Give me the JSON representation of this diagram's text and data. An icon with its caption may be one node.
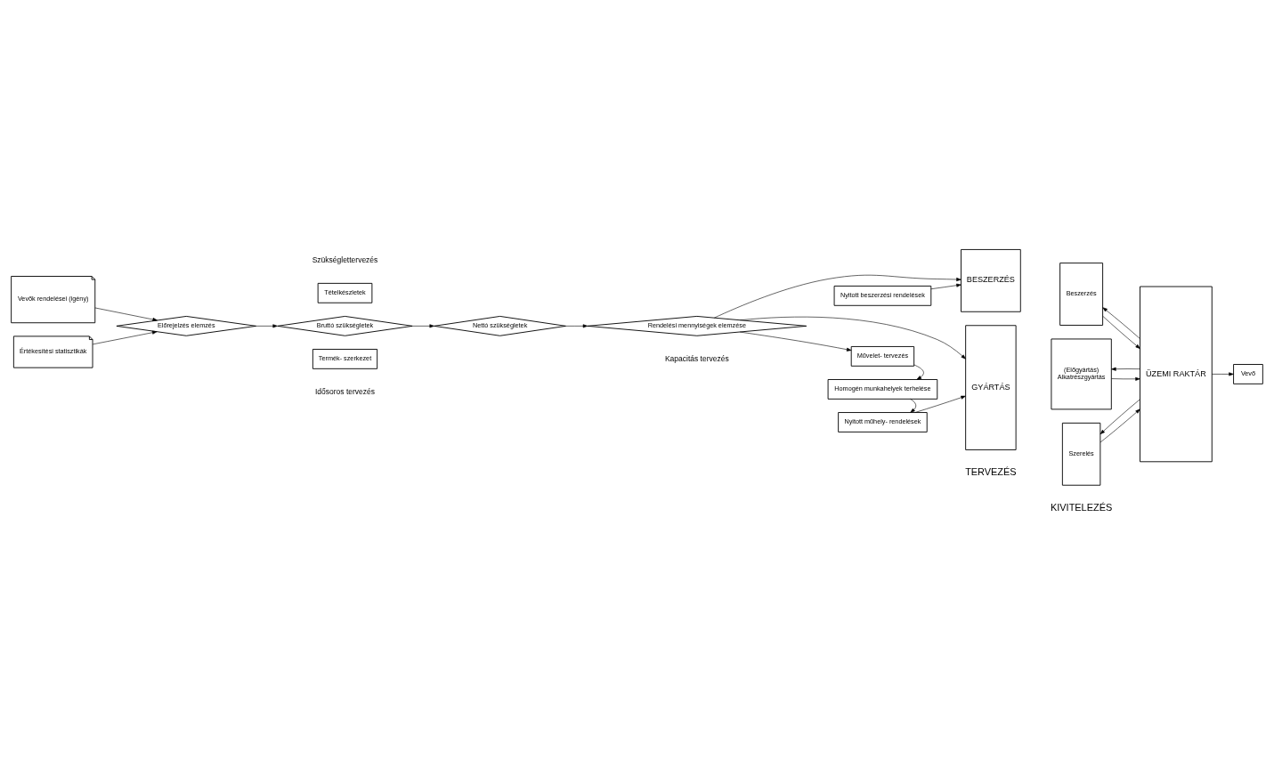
{
  "diagram": {
    "nodes": [
      {
        "text": [
          "Vevők rendelései (igény)"
        ]
      },
      {
        "text": [
          "Értékesítési statisztikák"
        ]
      },
      {
        "text": [
          "Előrejelzés elemzés"
        ]
      },
      {
        "text": [
          "Bruttó szükségletek"
        ]
      },
      {
        "text": [
          "Nettó szükségletek"
        ]
      },
      {
        "text": [
          "Rendelési mennyiségek elemzése"
        ]
      },
      {
        "text": [
          "Tételkészletek"
        ]
      },
      {
        "text": [
          "Termék- szerkezet"
        ]
      },
      {
        "text": [
          "Nyitott beszerzési rendelések"
        ]
      },
      {
        "text": [
          "Művelet- tervezés"
        ]
      },
      {
        "text": [
          "Homogén munkahelyek terhelése"
        ]
      },
      {
        "text": [
          "Nyitott műhely- rendelések"
        ]
      },
      {
        "text": [
          "BESZERZÉS"
        ]
      },
      {
        "text": [
          "GYÁRTÁS"
        ]
      },
      {
        "text": [
          "Beszerzés"
        ]
      },
      {
        "text": [
          "(Előgyártás)",
          "Alkatrészgyártás"
        ]
      },
      {
        "text": [
          "Szerelés"
        ]
      },
      {
        "text": [
          "ÜZEMI RAKTÁR"
        ]
      },
      {
        "text": [
          "Vevő"
        ]
      }
    ],
    "edges": [
      {
        "from": 0,
        "to": 2,
        "arrow": "to"
      },
      {
        "from": 1,
        "to": 2,
        "arrow": "to"
      },
      {
        "from": 2,
        "to": 3,
        "arrow": "to"
      },
      {
        "from": 3,
        "to": 4,
        "arrow": "to"
      },
      {
        "from": 4,
        "to": 5,
        "arrow": "to"
      },
      {
        "from": 5,
        "to": 12,
        "arrow": "to"
      },
      {
        "from": 5,
        "to": 13,
        "arrow": "to"
      },
      {
        "from": 5,
        "to": 9,
        "arrow": "to"
      },
      {
        "from": 8,
        "to": 12,
        "arrow": "to"
      },
      {
        "from": 9,
        "to": 10,
        "arrow": "to"
      },
      {
        "from": 10,
        "to": 11,
        "arrow": "to"
      },
      {
        "from": 11,
        "to": 13,
        "arrow": "to"
      },
      {
        "from": 14,
        "to": 17,
        "arrow": "to"
      },
      {
        "from": 17,
        "to": 14,
        "arrow": "to"
      },
      {
        "from": 15,
        "to": 17,
        "arrow": "to"
      },
      {
        "from": 17,
        "to": 15,
        "arrow": "to"
      },
      {
        "from": 16,
        "to": 17,
        "arrow": "to"
      },
      {
        "from": 17,
        "to": 16,
        "arrow": "to"
      },
      {
        "from": 17,
        "to": 18,
        "arrow": "to"
      }
    ],
    "labels": [
      "Szükséglettervezés",
      "Idősoros tervezés",
      "Kapacitás tervezés",
      "TERVEZÉS",
      "KIVITELEZÉS"
    ]
  }
}
